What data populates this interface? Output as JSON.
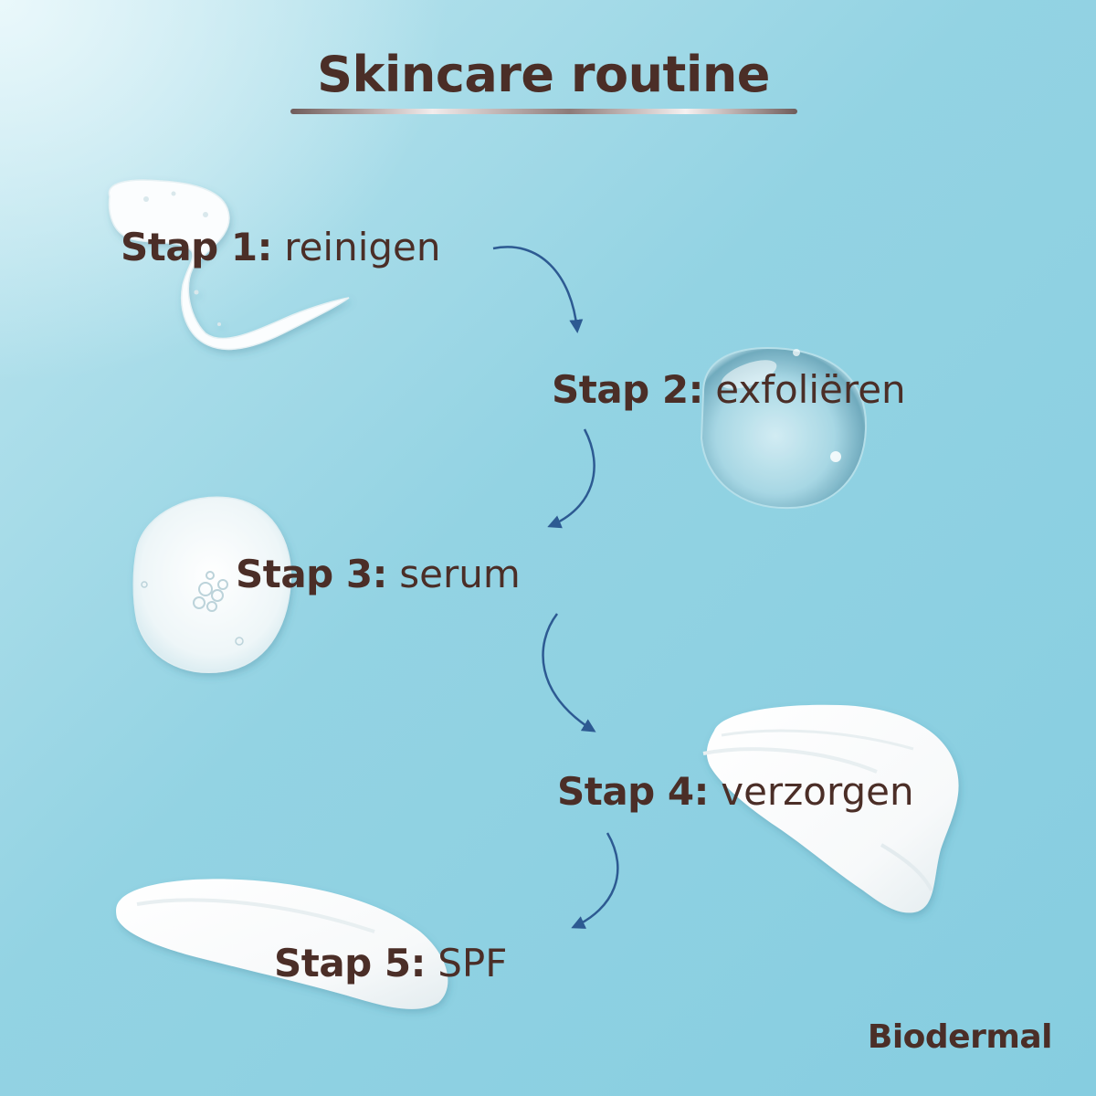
{
  "title": "Skincare routine",
  "steps": [
    {
      "label": "Stap 1:",
      "name": "reinigen"
    },
    {
      "label": "Stap 2:",
      "name": "exfoliëren"
    },
    {
      "label": "Stap 3:",
      "name": "serum"
    },
    {
      "label": "Stap 4:",
      "name": "verzorgen"
    },
    {
      "label": "Stap 5:",
      "name": "SPF"
    }
  ],
  "brand": "Biodermal",
  "colors": {
    "text": "#4b2e27",
    "arrow": "#2d5a92",
    "background": "#8fd1e2"
  },
  "icons": [
    "gel-swatch-icon",
    "water-drop-icon",
    "serum-swatch-icon",
    "cream-swatch-icon",
    "spf-swatch-icon",
    "curved-arrow-icon"
  ]
}
